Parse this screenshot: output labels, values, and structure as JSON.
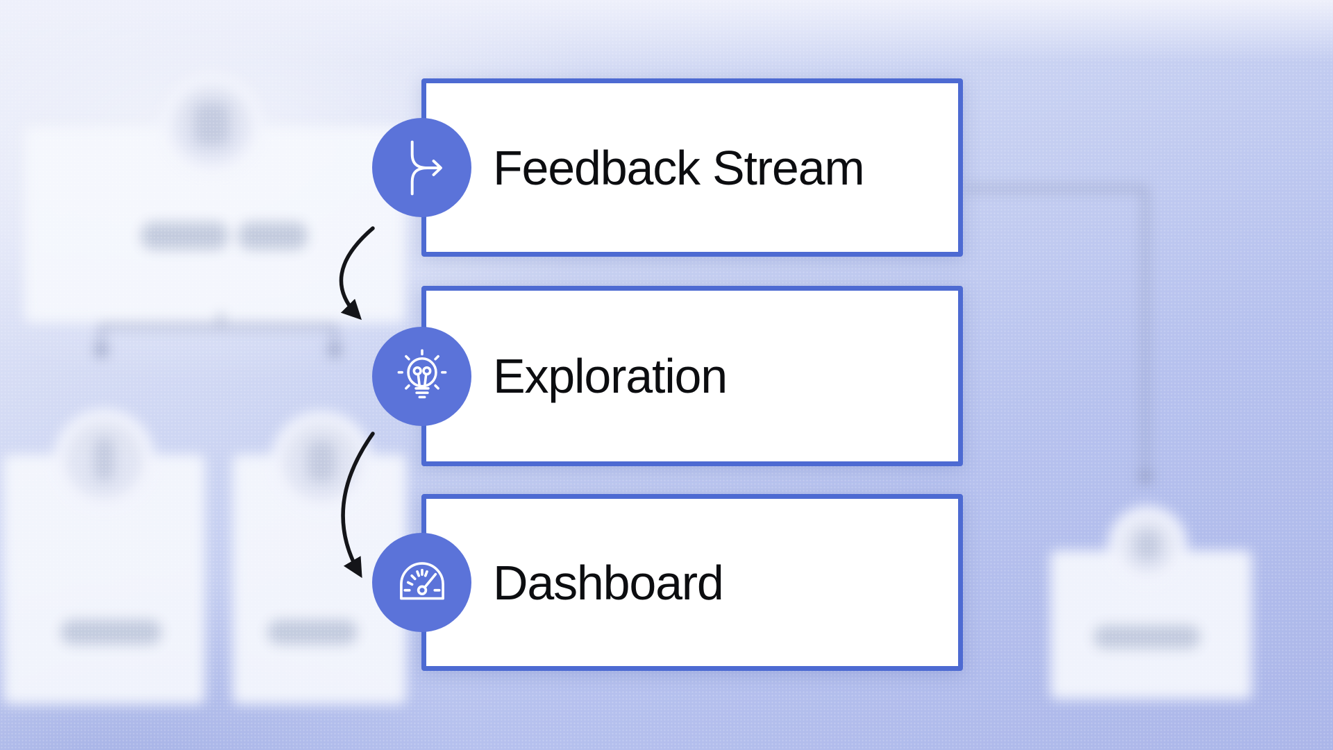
{
  "flow": {
    "nodes": [
      {
        "label": "Feedback Stream",
        "icon": "merge-arrow-icon"
      },
      {
        "label": "Exploration",
        "icon": "lightbulb-icon"
      },
      {
        "label": "Dashboard",
        "icon": "gauge-icon"
      }
    ]
  },
  "colors": {
    "accent_circle": "#5b73d9",
    "box_border": "#4d6ad2",
    "box_fill": "#ffffff",
    "text": "#0c0d10",
    "arrow": "#141519",
    "background_top": "#eaedf9",
    "background_bottom": "#abb6e9",
    "blurred_connector": "#8791b6"
  }
}
